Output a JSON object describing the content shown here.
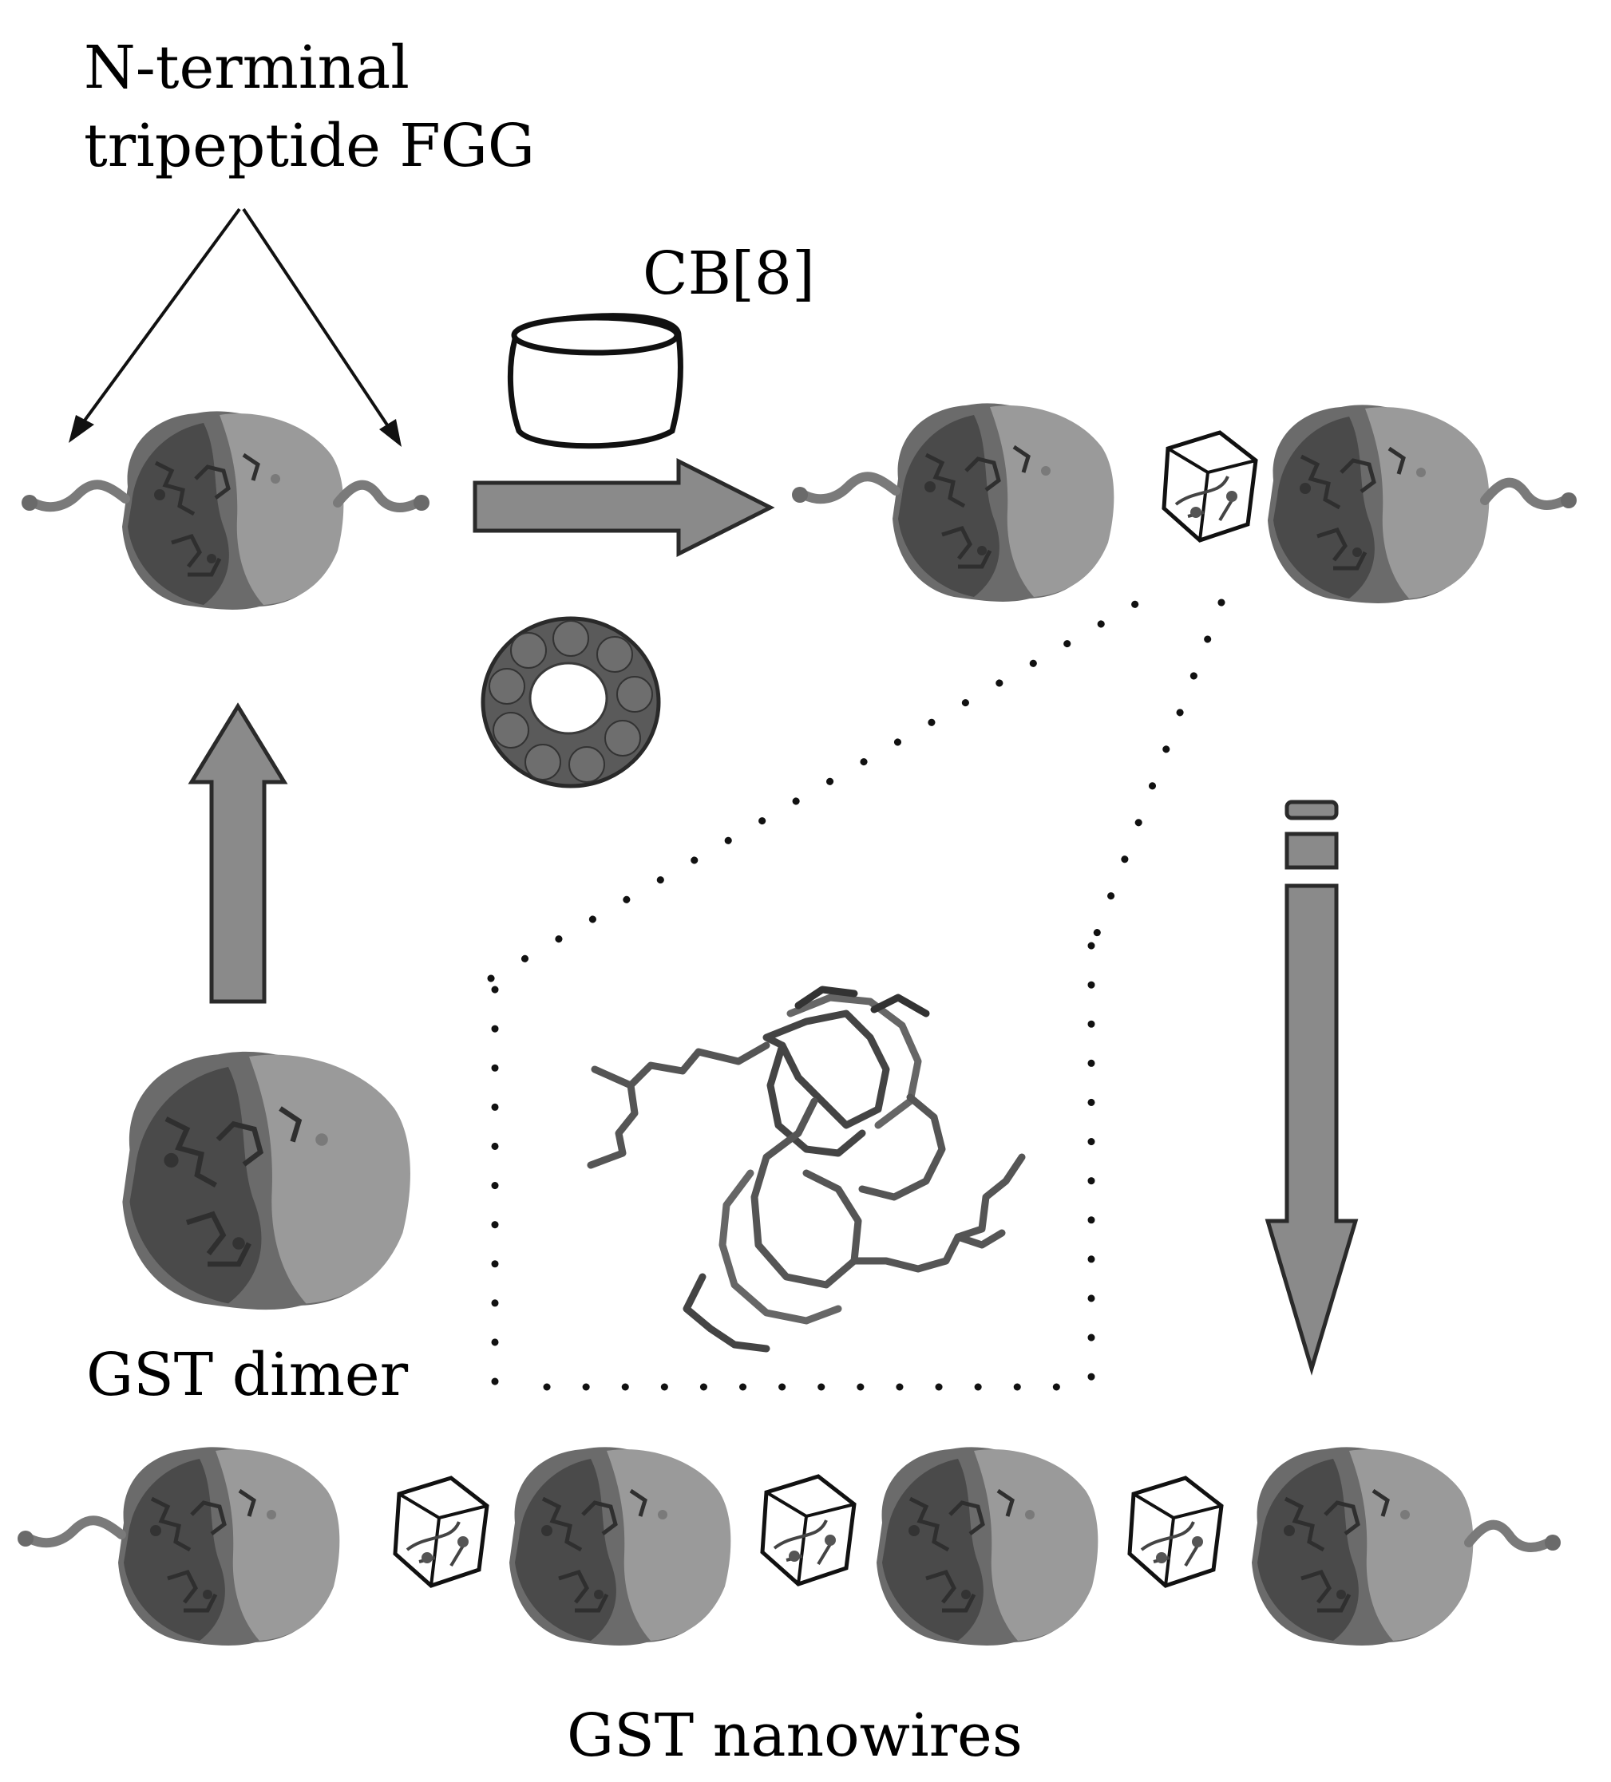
{
  "labels": {
    "n_terminal_line1": "N-terminal",
    "n_terminal_line2": "tripeptide FGG",
    "cb8": "CB[8]",
    "gst_dimer": "GST dimer",
    "gst_nanowires": "GST nanowires"
  },
  "colors": {
    "background": "#ffffff",
    "protein_dark": "#4a4a4a",
    "protein_mid": "#6b6b6b",
    "protein_light": "#9a9a9a",
    "arrow_fill": "#8a8a8a",
    "arrow_stroke": "#2a2a2a",
    "line": "#1a1a1a"
  },
  "icons": {
    "protein": "gst-dimer-surface",
    "host": "cb8-cube-complex",
    "cb8_top": "cucurbituril-barrel",
    "cb8_ring": "cucurbituril-ring",
    "inset": "molecular-stick-model"
  }
}
